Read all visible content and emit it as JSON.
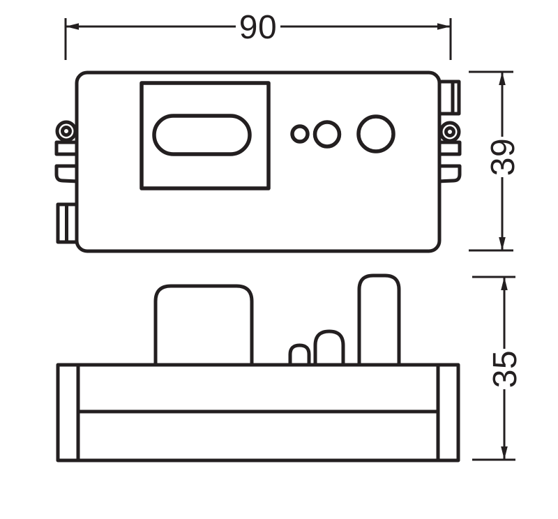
{
  "drawing": {
    "kind": "technical-dimension-drawing",
    "dimensions": {
      "width": {
        "value": "90"
      },
      "height": {
        "value": "39"
      },
      "depth": {
        "value": "35"
      }
    },
    "colors": {
      "line": "#231f20",
      "background": "#ffffff"
    }
  }
}
